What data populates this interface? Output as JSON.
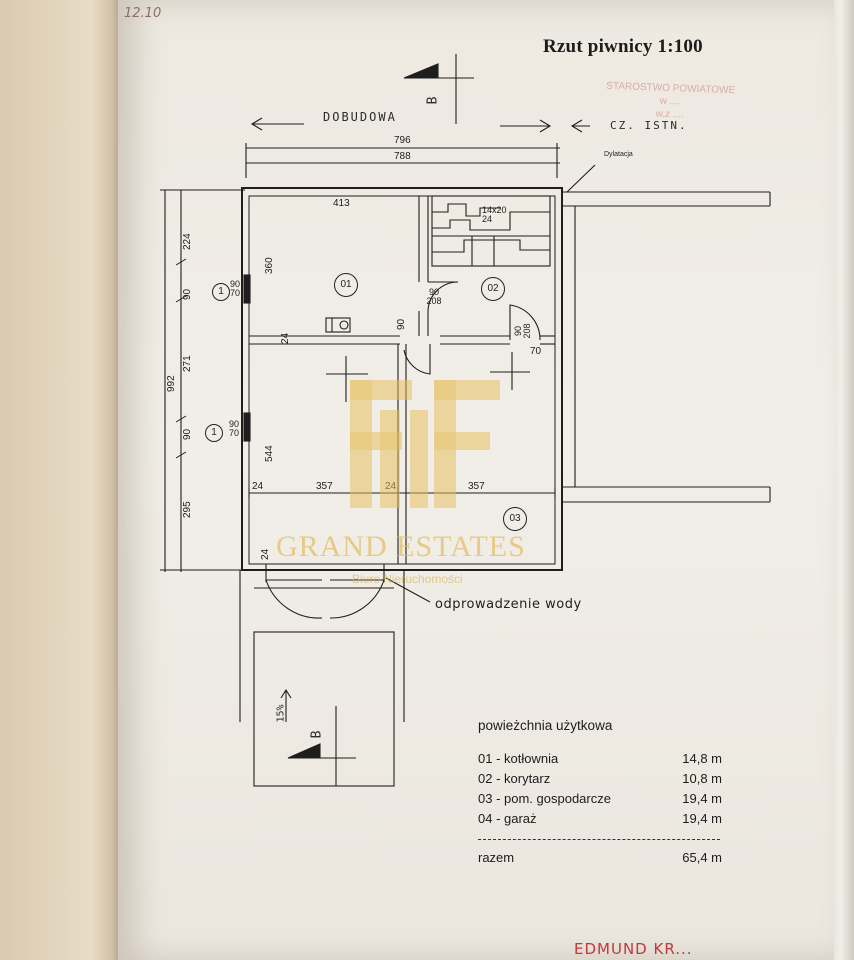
{
  "header": {
    "title": "Rzut piwnicy  1:100",
    "scrap_note": "12.10",
    "stamp": [
      "STAROSTWO POWIATOWE",
      "w ....",
      "w.z ...."
    ]
  },
  "plan": {
    "extension_label": "DOBUDOWA",
    "existing_label": "CZ. ISTN.",
    "section_mark": "B",
    "dilatation_label": "Dylatacja",
    "water_note": "odprowadzenie wody",
    "ramp_slope": "15%",
    "dims_top": [
      "796",
      "788"
    ],
    "dims_left": [
      "224",
      "90",
      "271",
      "90",
      "295",
      "992"
    ],
    "dims_inner": {
      "w413": "413",
      "h360": "360",
      "d24a": "24",
      "h544": "544",
      "w357a": "357",
      "w24": "24",
      "w357b": "357",
      "d24b": "24",
      "d24c": "24",
      "d90": "90",
      "d70": "70",
      "stairs": "14x20\n24"
    },
    "doors": [
      {
        "top": "90",
        "bottom": "208"
      },
      {
        "top": "90",
        "bottom": "208"
      }
    ],
    "windows": [
      {
        "num": "1",
        "top": "90",
        "bottom": "70"
      },
      {
        "num": "1",
        "top": "90",
        "bottom": "70"
      }
    ],
    "rooms": [
      "01",
      "02",
      "03"
    ]
  },
  "watermark": {
    "brand": "GRAND ESTATES",
    "sub": "Biuro Nieruchomości"
  },
  "area_table": {
    "title": "powieżchnia  użytkowa",
    "rows": [
      {
        "label": "01 - kotłownia",
        "value": "14,8 m"
      },
      {
        "label": "02 - korytarz",
        "value": "10,8 m"
      },
      {
        "label": "03 - pom. gospodarcze",
        "value": "19,4 m"
      },
      {
        "label": "04 - garaż",
        "value": "19,4 m"
      }
    ],
    "total": {
      "label": "razem",
      "value": "65,4 m"
    }
  },
  "signature": "EDMUND KR..."
}
